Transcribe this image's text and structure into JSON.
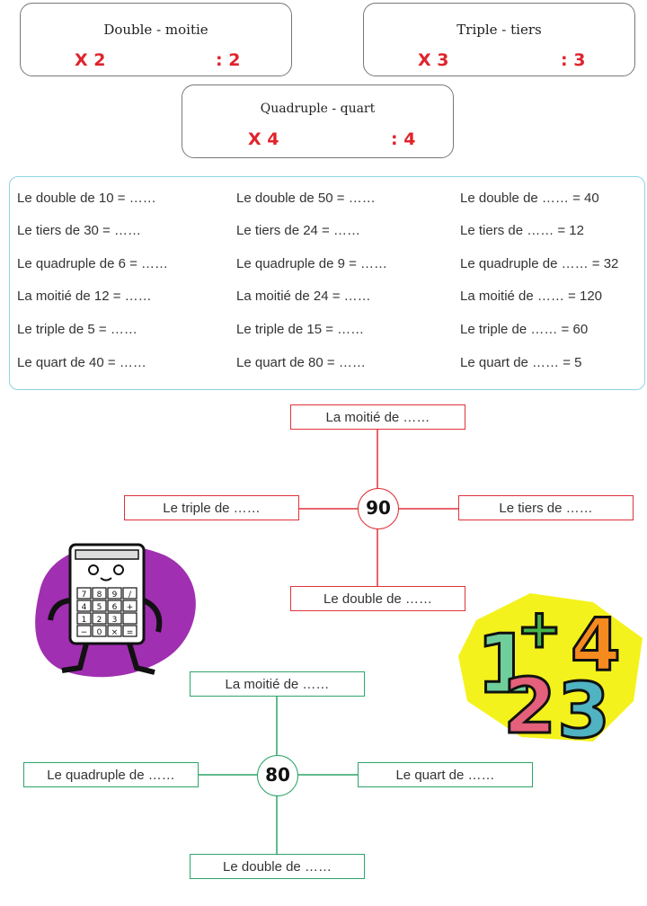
{
  "rules": [
    {
      "title": "Double - moitie",
      "multiply": "X 2",
      "divide": ": 2"
    },
    {
      "title": "Triple - tiers",
      "multiply": "X 3",
      "divide": ": 3"
    },
    {
      "title": "Quadruple - quart",
      "multiply": "X 4",
      "divide": ": 4"
    }
  ],
  "exercises": {
    "col1": [
      "Le double de 10 = ……",
      "Le tiers de 30 = ……",
      "Le quadruple de 6 = ……",
      "La moitié de 12 = ……",
      "Le triple de 5 = ……",
      "Le quart de 40 = ……"
    ],
    "col2": [
      "Le double de 50 = ……",
      "Le tiers de 24 = ……",
      "Le quadruple de 9 = ……",
      "La moitié de 24 = ……",
      "Le triple de 15 = ……",
      "Le quart de 80 = ……"
    ],
    "col3": [
      "Le double de …… = 40",
      "Le tiers de …… = 12",
      "Le quadruple de …… = 32",
      "La moitié de …… = 120",
      "Le triple de …… = 60",
      "Le quart de …… = 5"
    ]
  },
  "diagram1": {
    "center": "90",
    "top": "La moitié de ……",
    "left": "Le triple de ……",
    "right": "Le tiers de ……",
    "bottom": "Le double de ……",
    "color": "#e0323a"
  },
  "diagram2": {
    "center": "80",
    "top": "La moitié de ……",
    "left": "Le quadruple de ……",
    "right": "Le quart de ……",
    "bottom": "Le double de ……",
    "color": "#2ca56a"
  },
  "clipart": {
    "calculator_keys": [
      "7",
      "8",
      "9",
      "/",
      "4",
      "5",
      "6",
      "+",
      "1",
      "2",
      "3",
      "",
      "−",
      "0",
      "×",
      "="
    ],
    "number_art": [
      "1",
      "+",
      "4",
      "2",
      "3"
    ]
  }
}
